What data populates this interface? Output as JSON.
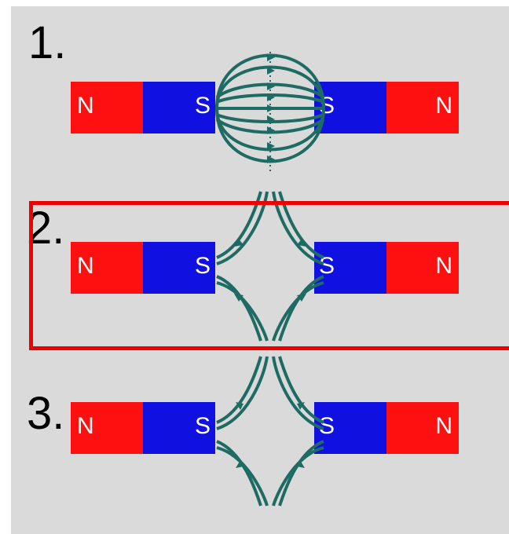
{
  "colors": {
    "north_pole": "#ff1010",
    "south_pole": "#1010e0",
    "field_lines": "#1e6b63",
    "highlight": "#ee0000"
  },
  "panels": [
    {
      "number": "1.",
      "left_outer": "N",
      "left_inner": "S",
      "right_inner": "S",
      "right_outer": "N",
      "pattern": "attracting-field"
    },
    {
      "number": "2.",
      "left_outer": "N",
      "left_inner": "S",
      "right_inner": "S",
      "right_outer": "N",
      "pattern": "repelling-field",
      "highlighted": true
    },
    {
      "number": "3.",
      "left_outer": "N",
      "left_inner": "S",
      "right_inner": "S",
      "right_outer": "N",
      "pattern": "repelling-field"
    }
  ]
}
